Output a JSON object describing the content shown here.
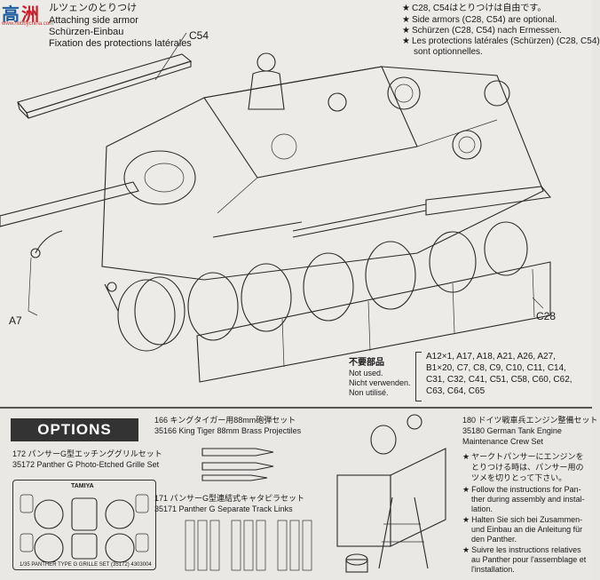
{
  "watermark": {
    "chars": [
      "高",
      "洲"
    ],
    "sub": "www.hobbychina.com"
  },
  "step": {
    "jp": "ルツェンのとりつけ",
    "en": "Attaching side armor",
    "de": "Schürzen-Einbau",
    "fr": "Fixation des protections latérales"
  },
  "note": {
    "jp": "C28, C54はとりつけは自由です。",
    "en": "Side armors (C28, C54) are optional.",
    "de": "Schürzen (C28, C54) nach Ermessen.",
    "fr1": "Les protections latérales (Schürzen) (C28, C54)",
    "fr2": "sont optionnelles."
  },
  "parts": {
    "c54": "C54",
    "a7": "A7",
    "c28": "C28"
  },
  "not_used": {
    "jp": "不要部品",
    "en": "Not used.",
    "de": "Nicht verwenden.",
    "fr": "Non utilisé.",
    "line1": "A12×1, A17, A18, A21, A26, A27,",
    "line2": "B1×20, C7, C8, C9, C10, C11, C14,",
    "line3": "C31, C32, C41, C51, C58, C60, C62,",
    "line4": "C63, C64, C65"
  },
  "options": {
    "title": "OPTIONS",
    "o172_jp": "172 パンサーG型エッチンググリルセット",
    "o172_en": "35172 Panther G Photo-Etched Grille Set",
    "o172_brand": "TAMIYA",
    "o172_label": "1/35 PANTHER TYPE G GRILLE SET (35172) 4303004",
    "o166_jp": "166 キングタイガー用88mm砲弾セット",
    "o166_en": "35166 King Tiger 88mm Brass Projectiles",
    "o171_jp": "171 パンサーG型連結式キャタピラセット",
    "o171_en": "35171 Panther G Separate Track Links",
    "o180_jp": "180 ドイツ戦車兵エンジン整備セット",
    "o180_en1": "35180 German Tank Engine",
    "o180_en2": "Maintenance Crew Set",
    "tip_jp1": "ヤークトパンサーにエンジンを",
    "tip_jp2": "とりつける時は、パンサー用の",
    "tip_jp3": "ツメを切りとって下さい。",
    "tip_en1": "Follow the instructions for Pan-",
    "tip_en2": "ther during assembly and instal-",
    "tip_en3": "lation.",
    "tip_de1": "Halten Sie sich bei Zusammen-",
    "tip_de2": "und Einbau an die Anleitung für",
    "tip_de3": "den Panther.",
    "tip_fr1": "Suivre les instructions relatives",
    "tip_fr2": "au Panther pour l'assemblage et",
    "tip_fr3": "l'installation."
  }
}
